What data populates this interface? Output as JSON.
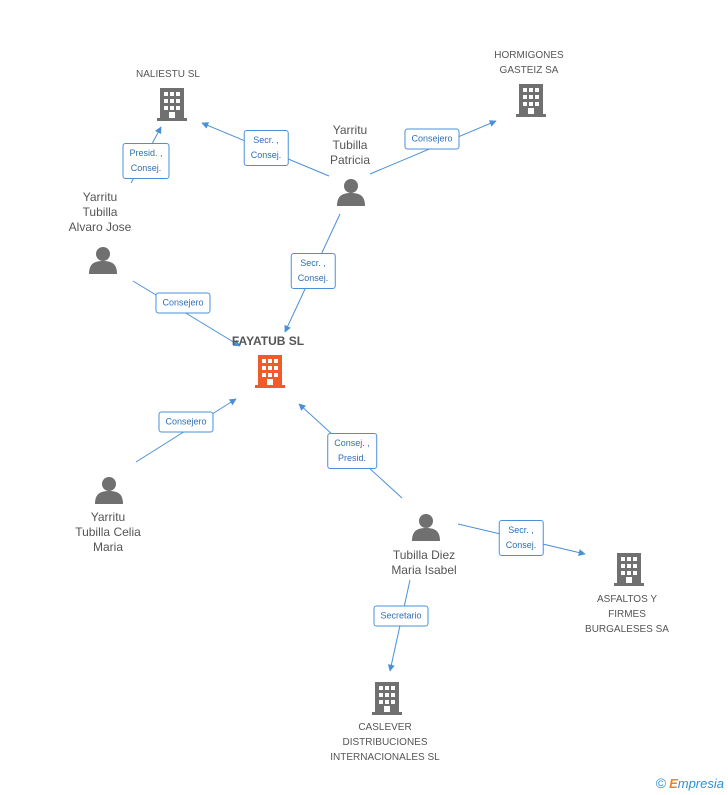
{
  "colors": {
    "edge": "#4a8fd8",
    "icon": "#707070",
    "focus": "#f15a2b"
  },
  "nodes": {
    "naliestu": {
      "label": "NALIESTU SL"
    },
    "hormigones": {
      "label": "HORMIGONES\nGASTEIZ SA"
    },
    "patricia": {
      "label": "Yarritu\nTubilla\nPatricia"
    },
    "alvaro": {
      "label": "Yarritu\nTubilla\nAlvaro Jose"
    },
    "fayatub": {
      "label": "FAYATUB SL"
    },
    "celia": {
      "label": "Yarritu\nTubilla Celia\nMaria"
    },
    "diez": {
      "label": "Tubilla Diez\nMaria Isabel"
    },
    "asfaltos": {
      "label": "ASFALTOS Y\nFIRMES\nBURGALESES SA"
    },
    "caslever": {
      "label": "CASLEVER\nDISTRIBUCIONES\nINTERNACIONALES SL"
    }
  },
  "edges": {
    "alvaro_naliestu": "Presid. ,\nConsej.",
    "patricia_naliestu": "Secr. ,\nConsej.",
    "patricia_hormigones": "Consejero",
    "patricia_fayatub": "Secr. ,\nConsej.",
    "alvaro_fayatub": "Consejero",
    "celia_fayatub": "Consejero",
    "diez_fayatub": "Consej. ,\nPresid.",
    "diez_asfaltos": "Secr. ,\nConsej.",
    "diez_caslever": "Secretario"
  },
  "footer": {
    "copyright_symbol": "©",
    "brand_first": "E",
    "brand_rest": "mpresia"
  }
}
